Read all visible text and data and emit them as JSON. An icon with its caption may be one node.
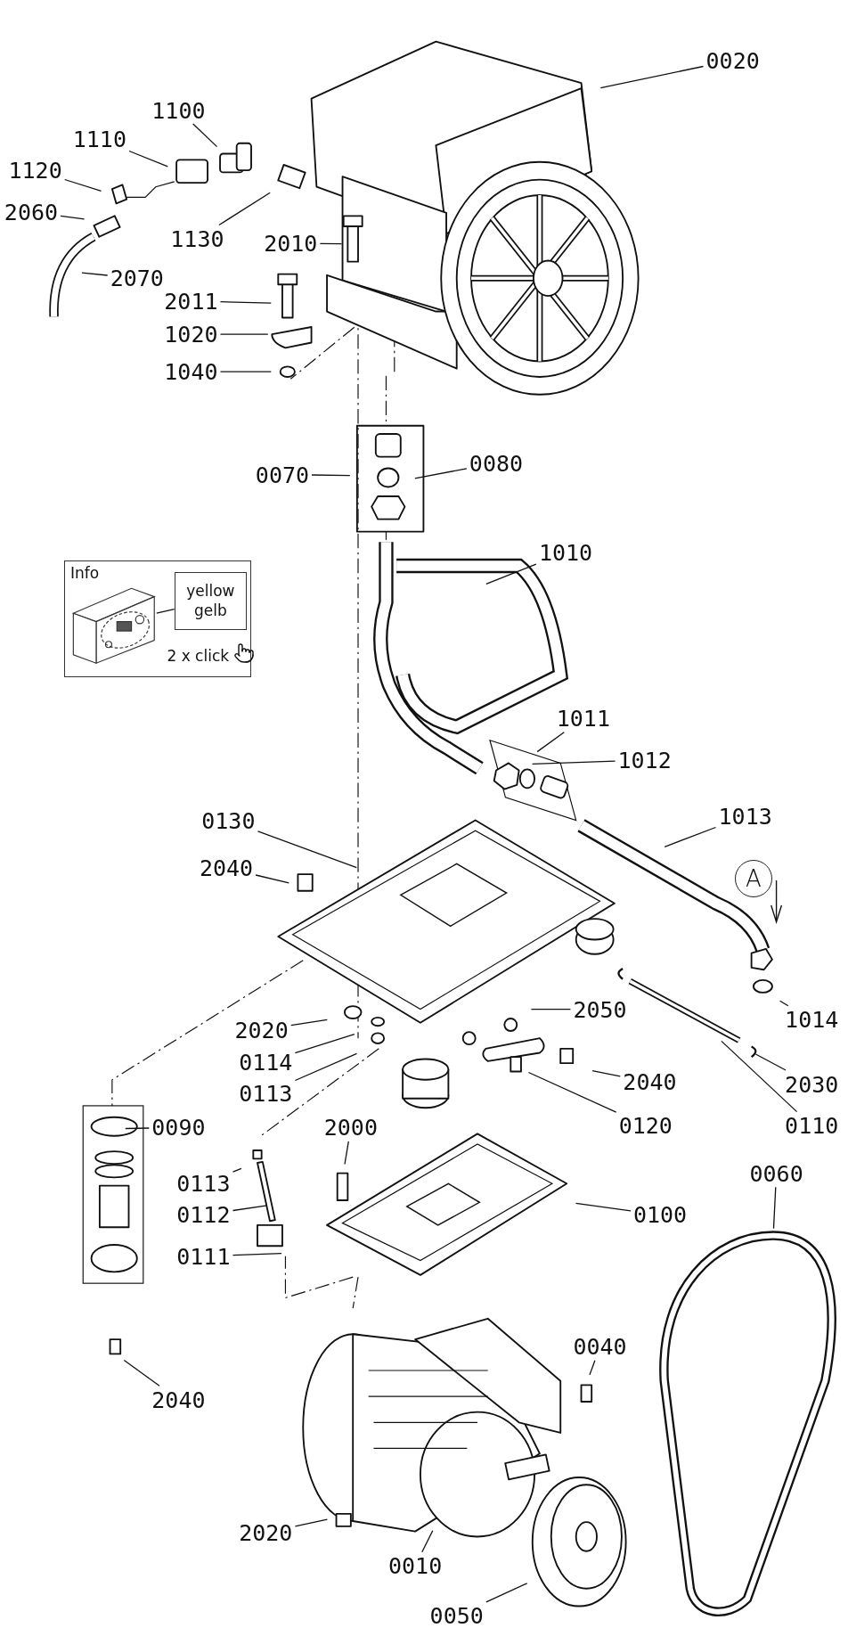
{
  "diagram": {
    "nodes": [
      {
        "text": [
          "0020"
        ]
      },
      {
        "text": [
          "1100"
        ]
      },
      {
        "text": [
          "1110"
        ]
      },
      {
        "text": [
          "1120"
        ]
      },
      {
        "text": [
          "2060"
        ]
      },
      {
        "text": [
          "1130"
        ]
      },
      {
        "text": [
          "2010"
        ]
      },
      {
        "text": [
          "2070"
        ]
      },
      {
        "text": [
          "2011"
        ]
      },
      {
        "text": [
          "1020"
        ]
      },
      {
        "text": [
          "1040"
        ]
      },
      {
        "text": [
          "0070"
        ]
      },
      {
        "text": [
          "0080"
        ]
      },
      {
        "text": [
          "Info",
          "2 x click"
        ]
      },
      {
        "text": [],
        "shape": "picture",
        "in": 13
      },
      {
        "text": [
          "yellow gelb"
        ],
        "in": 13
      },
      {
        "text": [
          "1010"
        ]
      },
      {
        "text": [
          "1011"
        ]
      },
      {
        "text": [
          "1012"
        ]
      },
      {
        "text": [
          "0130"
        ]
      },
      {
        "text": [
          "1013"
        ]
      },
      {
        "text": [
          "2040"
        ]
      },
      {
        "text": [
          "A"
        ]
      },
      {
        "text": [
          "1014"
        ]
      },
      {
        "text": [
          "2020"
        ]
      },
      {
        "text": [
          "2050"
        ]
      },
      {
        "text": [
          "0114"
        ]
      },
      {
        "text": [
          "0113"
        ]
      },
      {
        "text": [
          "2040"
        ]
      },
      {
        "text": [
          "2030"
        ]
      },
      {
        "text": [
          "0120"
        ]
      },
      {
        "text": [
          "0090"
        ]
      },
      {
        "text": [
          "2000"
        ]
      },
      {
        "text": [
          "0110"
        ]
      },
      {
        "text": [
          "0113"
        ]
      },
      {
        "text": [
          "0060"
        ]
      },
      {
        "text": [
          "0112"
        ]
      },
      {
        "text": [
          "0100"
        ]
      },
      {
        "text": [
          "0111"
        ]
      },
      {
        "text": [
          "0040"
        ]
      },
      {
        "text": [
          "2040"
        ]
      },
      {
        "text": [
          "2020"
        ]
      },
      {
        "text": [
          "0010"
        ]
      },
      {
        "text": [
          "0050"
        ]
      }
    ],
    "edges": [
      {
        "from": 0,
        "to": null,
        "arrow": "none"
      },
      {
        "from": 1,
        "to": null,
        "arrow": "none"
      },
      {
        "from": 2,
        "to": null,
        "arrow": "none"
      },
      {
        "from": 3,
        "to": null,
        "arrow": "none"
      },
      {
        "from": 4,
        "to": null,
        "arrow": "none"
      },
      {
        "from": 5,
        "to": null,
        "arrow": "none"
      },
      {
        "from": 6,
        "to": null,
        "arrow": "none"
      },
      {
        "from": 7,
        "to": null,
        "arrow": "none"
      },
      {
        "from": 8,
        "to": null,
        "arrow": "none"
      },
      {
        "from": 9,
        "to": null,
        "arrow": "none"
      },
      {
        "from": 10,
        "to": null,
        "arrow": "none"
      },
      {
        "from": 11,
        "to": null,
        "arrow": "none"
      },
      {
        "from": 12,
        "to": null,
        "arrow": "none"
      },
      {
        "from": 14,
        "to": 15,
        "arrow": "none"
      },
      {
        "from": 16,
        "to": null,
        "arrow": "none"
      },
      {
        "from": 17,
        "to": null,
        "arrow": "none"
      },
      {
        "from": 18,
        "to": null,
        "arrow": "none"
      },
      {
        "from": 19,
        "to": null,
        "arrow": "none"
      },
      {
        "from": 20,
        "to": null,
        "arrow": "none"
      },
      {
        "from": 21,
        "to": null,
        "arrow": "none"
      },
      {
        "from": 23,
        "to": null,
        "arrow": "none"
      },
      {
        "from": 24,
        "to": null,
        "arrow": "none"
      },
      {
        "from": 25,
        "to": null,
        "arrow": "none"
      },
      {
        "from": 26,
        "to": null,
        "arrow": "none"
      },
      {
        "from": 27,
        "to": null,
        "arrow": "none"
      },
      {
        "from": 28,
        "to": null,
        "arrow": "none"
      },
      {
        "from": 29,
        "to": null,
        "arrow": "none"
      },
      {
        "from": 30,
        "to": null,
        "arrow": "none"
      },
      {
        "from": 31,
        "to": null,
        "arrow": "none"
      },
      {
        "from": 32,
        "to": null,
        "arrow": "none"
      },
      {
        "from": 33,
        "to": null,
        "arrow": "none"
      },
      {
        "from": 34,
        "to": null,
        "arrow": "none"
      },
      {
        "from": 35,
        "to": null,
        "arrow": "none"
      },
      {
        "from": 36,
        "to": null,
        "arrow": "none"
      },
      {
        "from": 37,
        "to": null,
        "arrow": "none"
      },
      {
        "from": 38,
        "to": null,
        "arrow": "none"
      },
      {
        "from": 39,
        "to": null,
        "arrow": "none"
      },
      {
        "from": 40,
        "to": null,
        "arrow": "none"
      },
      {
        "from": 41,
        "to": null,
        "arrow": "none"
      },
      {
        "from": 42,
        "to": null,
        "arrow": "none"
      },
      {
        "from": 43,
        "to": null,
        "arrow": "none"
      }
    ]
  }
}
